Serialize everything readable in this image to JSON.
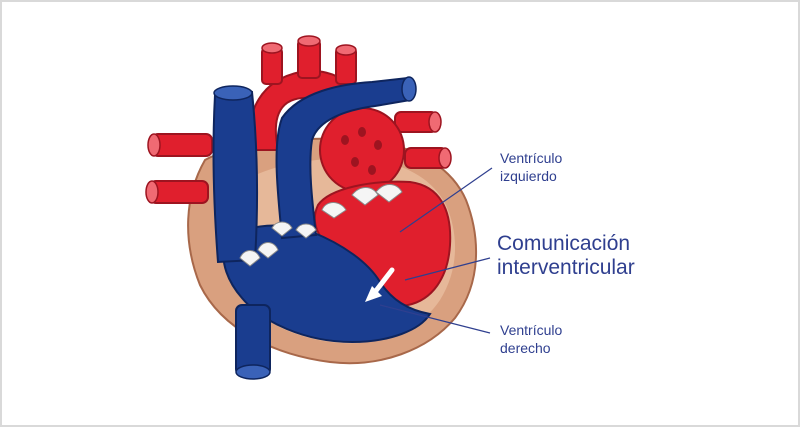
{
  "colors": {
    "venous_blue": "#1a3d8f",
    "arterial_red": "#e01f2d",
    "myocardium": "#d9a07f",
    "label_blue": "#2f3f8f"
  },
  "labels": {
    "left_ventricle": [
      "Ventrículo",
      "izquierdo"
    ],
    "septal_defect": [
      "Comunicación",
      "interventricular"
    ],
    "right_ventricle": [
      "Ventrículo",
      "derecho"
    ]
  }
}
